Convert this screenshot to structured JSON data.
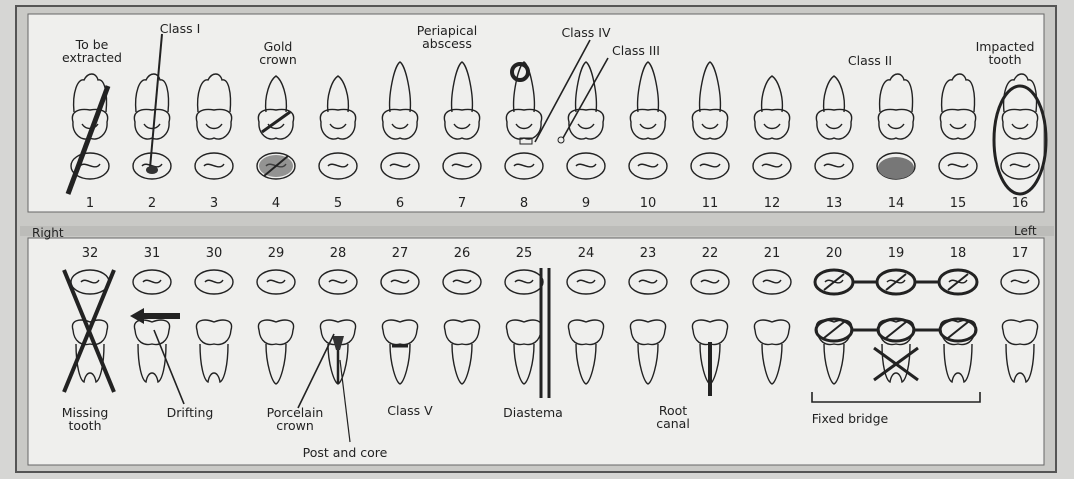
{
  "sides": {
    "right": "Right",
    "left": "Left"
  },
  "upper_teeth": [
    "1",
    "2",
    "3",
    "4",
    "5",
    "6",
    "7",
    "8",
    "9",
    "10",
    "11",
    "12",
    "13",
    "14",
    "15",
    "16"
  ],
  "lower_teeth": [
    "32",
    "31",
    "30",
    "29",
    "28",
    "27",
    "26",
    "25",
    "24",
    "23",
    "22",
    "21",
    "20",
    "19",
    "18",
    "17"
  ],
  "labels": {
    "to_be_extracted": [
      "To be",
      "extracted"
    ],
    "class_1": "Class I",
    "gold_crown": [
      "Gold",
      "crown"
    ],
    "periapical_abscess": [
      "Periapical",
      "abscess"
    ],
    "class_4": "Class IV",
    "class_3": "Class III",
    "class_2": "Class II",
    "impacted_tooth": [
      "Impacted",
      "tooth"
    ],
    "missing_tooth": [
      "Missing",
      "tooth"
    ],
    "drifting": "Drifting",
    "porcelain_crown": [
      "Porcelain",
      "crown"
    ],
    "class_5": "Class V",
    "diastema": "Diastema",
    "root_canal": [
      "Root",
      "canal"
    ],
    "fixed_bridge": "Fixed bridge",
    "post_and_core": "Post and core"
  },
  "colors": {
    "background": "#d6d6d4",
    "panel": "#efefed",
    "ink": "#222222",
    "filling": "#777777"
  }
}
